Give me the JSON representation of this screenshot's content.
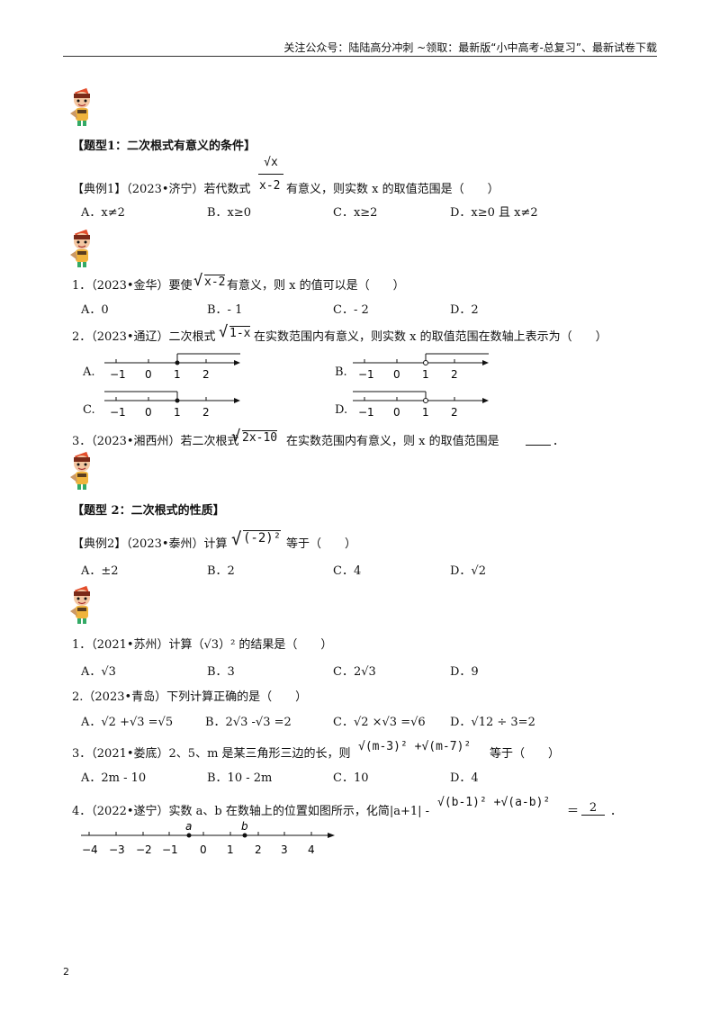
{
  "header": "关注公众号：陆陆高分冲刺  ~领取：最新版“小中高考-总复习”、最新试卷下载",
  "type1": {
    "title": "【题型1：二次根式有意义的条件】",
    "example": {
      "prefix": "【典例1】（2023•济宁）若代数式",
      "num": "√x",
      "den": "x-2",
      "suffix": "有意义，则实数 x 的取值范围是（　　）",
      "options": [
        "A．x≠2",
        "B．x≥0",
        "C．x≥2",
        "D．x≥0 且 x≠2"
      ]
    },
    "q1": {
      "prefix": "1．（2023•金华）要使",
      "radicand": "x-2",
      "suffix": "有意义，则 x 的值可以是（　　）",
      "options": [
        "A．0",
        "B．- 1",
        "C．- 2",
        "D．2"
      ]
    },
    "q2": {
      "prefix": "2．（2023•通辽）二次根式",
      "radicand": "1-x",
      "suffix": "在实数范围内有意义，则实数 x 的取值范围在数轴上表示为（　　）",
      "option_letters": [
        "A.",
        "B.",
        "C.",
        "D."
      ],
      "ticks": [
        "−1",
        "0",
        "1",
        "2"
      ]
    },
    "q3": {
      "prefix": "3．（2023•湘西州）若二次根式",
      "radicand": "2x-10",
      "suffix": "在实数范围内有意义，则 x 的取值范围是",
      "end": "．"
    }
  },
  "type2": {
    "title": "【题型 2：二次根式的性质】",
    "example": {
      "prefix": "【典例2】（2023•泰州）计算",
      "radicand": "(-2)²",
      "suffix": "等于（　　）",
      "options": [
        "A．±2",
        "B．2",
        "C．4",
        "D．√2"
      ]
    },
    "q1": {
      "text": "1．（2021•苏州）计算（√3）² 的结果是（　　）",
      "options": [
        "A．√3",
        "B．3",
        "C．2√3",
        "D．9"
      ]
    },
    "q2": {
      "text": "2.（2023•青岛）下列计算正确的是（　　）",
      "options": [
        "A．√2 +√3 =√5",
        "B．2√3 -√3 =2",
        "C．√2 ×√3 =√6",
        "D．√12 ÷ 3=2"
      ]
    },
    "q3": {
      "prefix": "3．（2021•娄底）2、5、m 是某三角形三边的长，则",
      "expr": "√(m-3)² +√(m-7)²",
      "suffix": "等于（　　）",
      "options": [
        "A．2m - 10",
        "B．10 - 2m",
        "C．10",
        "D．4"
      ]
    },
    "q4": {
      "prefix": "4．（2022•遂宁）实数 a、b 在数轴上的位置如图所示，化简|a+1| -",
      "expr": "√(b-1)² +√(a-b)²",
      "eq": "＝",
      "answer": "2",
      "end": "．",
      "axis_ticks": [
        "−4",
        "−3",
        "−2",
        "−1",
        "0",
        "1",
        "2",
        "3",
        "4"
      ],
      "point_labels": [
        "a",
        "b"
      ]
    }
  },
  "page_number": "2",
  "icon_name": "pencil-mascot-icon"
}
